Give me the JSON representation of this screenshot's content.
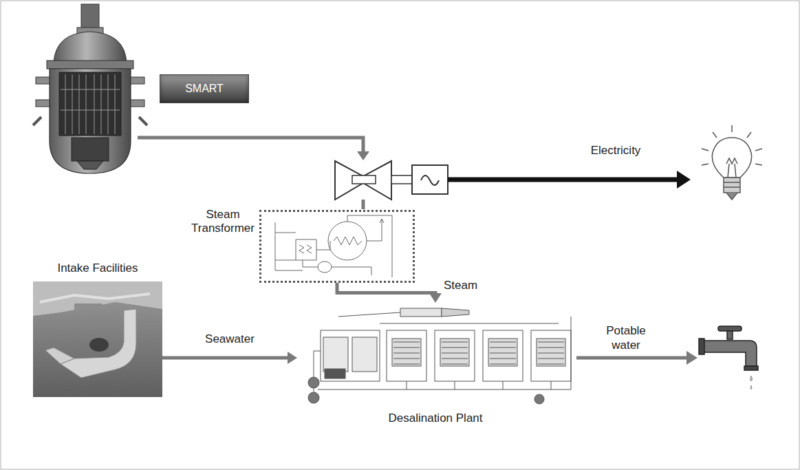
{
  "diagram": {
    "nodes": [
      {
        "text": [
          "SMART"
        ]
      },
      {
        "text": [
          "Steam Transformer"
        ]
      },
      {
        "text": [
          "Intake Facilities"
        ]
      },
      {
        "text": [
          "Desalination Plant"
        ]
      }
    ],
    "edges": [
      {
        "from": 2,
        "to": 3,
        "arrow": "to",
        "label": "Seawater"
      },
      {
        "from": 1,
        "to": 3,
        "arrow": "to",
        "label": "Steam"
      }
    ],
    "labels": [
      "Electricity",
      "Potable water"
    ]
  }
}
